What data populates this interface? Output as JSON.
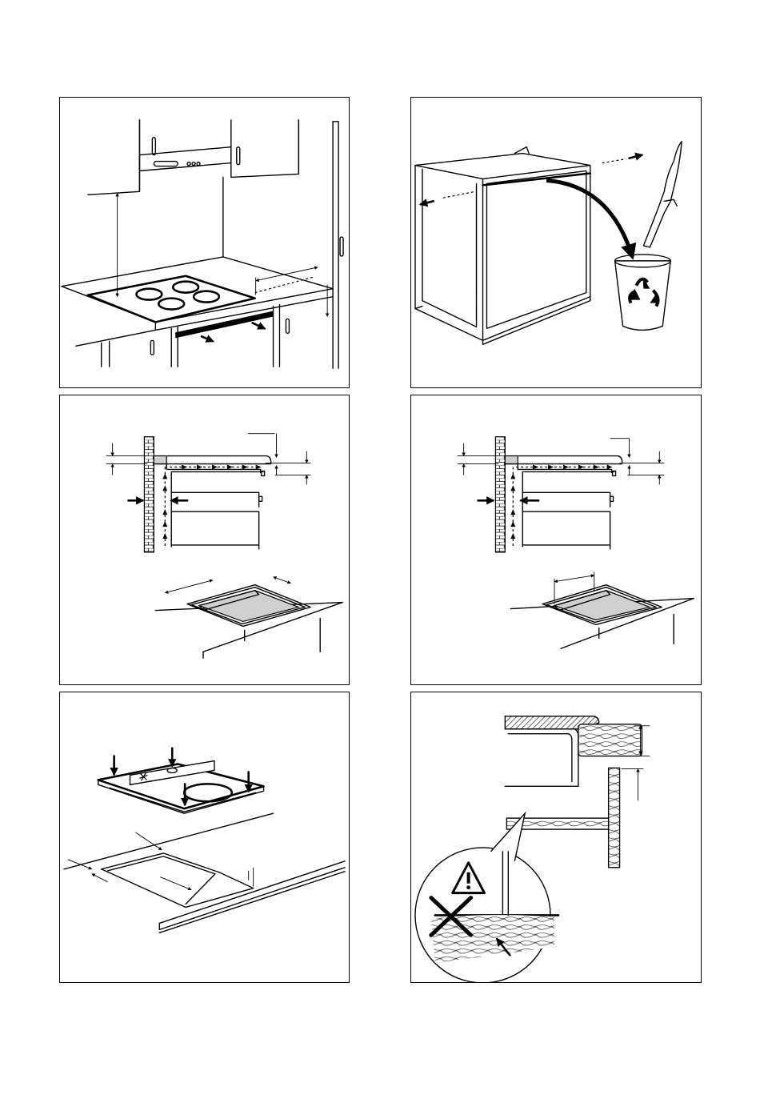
{
  "document": {
    "type": "installation-figures",
    "panels": [
      {
        "id": "p1",
        "subject": "hob-under-cooker-hood"
      },
      {
        "id": "p2",
        "subject": "cabinet-remove-crossbar"
      },
      {
        "id": "p3",
        "subject": "ventilation-clearance-cutout"
      },
      {
        "id": "p4",
        "subject": "ventilation-clearance-cutout-alt"
      },
      {
        "id": "p5",
        "subject": "hob-insert-into-worktop"
      },
      {
        "id": "p6",
        "subject": "worktop-section-warning"
      }
    ]
  },
  "icons": {
    "recycle": "recycle-icon",
    "warning": "warning-triangle-icon",
    "forbidden": "cross-icon",
    "snowflake": "snowflake-icon"
  },
  "colors": {
    "line": "#000000",
    "background": "#ffffff",
    "fill_gray": "#cfcfcf"
  }
}
